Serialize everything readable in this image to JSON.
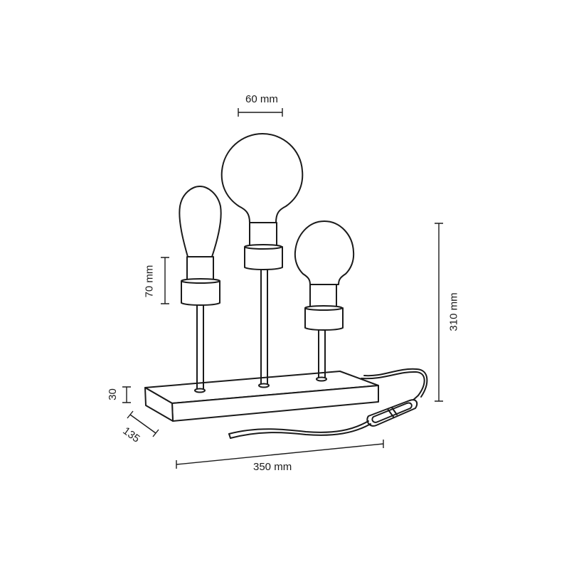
{
  "diagram": {
    "subject": "three-bulb table lamp on rectangular base",
    "line_color": "#1a1a1a",
    "background": "#ffffff",
    "dimensions": {
      "bulb_diameter": "60 mm",
      "socket_height": "70 mm",
      "total_height": "310 mm",
      "base_height": "30",
      "base_depth": "135",
      "base_width": "350 mm"
    },
    "components": [
      "edison-bulb",
      "globe-bulb-large",
      "globe-bulb-small",
      "sockets",
      "rods",
      "wooden-base",
      "cable",
      "inline-switch"
    ]
  }
}
